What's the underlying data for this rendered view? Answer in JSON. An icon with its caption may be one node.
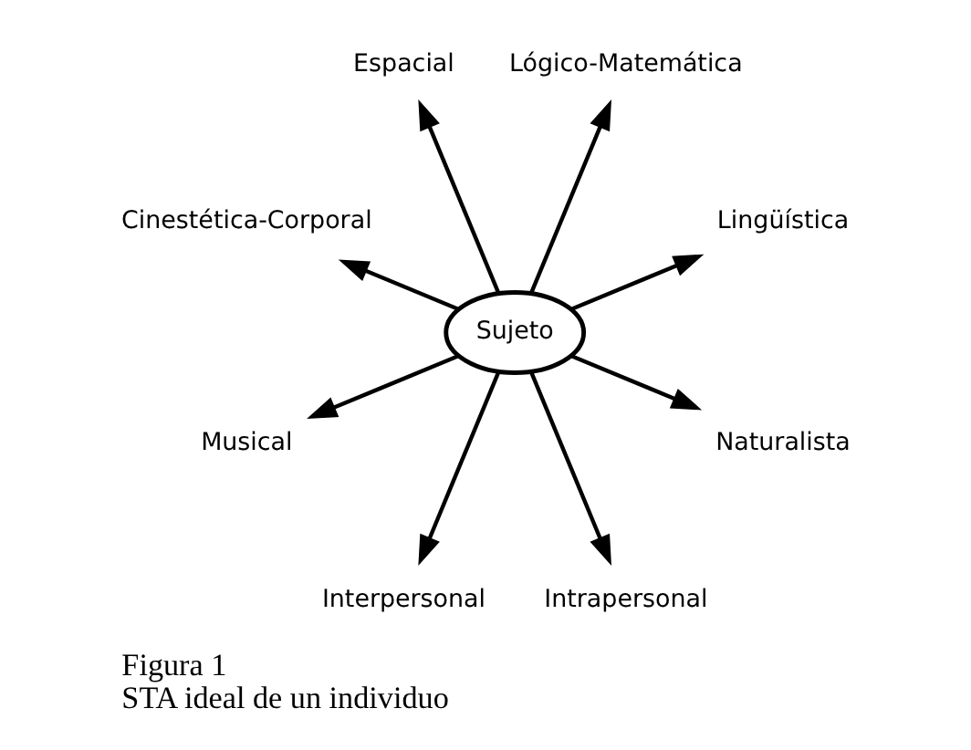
{
  "diagram": {
    "title": "Figura 1",
    "caption": "STA ideal de un individuo",
    "nodes": [
      {
        "text": [
          "Sujeto"
        ]
      },
      {
        "text": [
          "Lingüística"
        ]
      },
      {
        "text": [
          "Lógico-Matemática"
        ]
      },
      {
        "text": [
          "Espacial"
        ]
      },
      {
        "text": [
          "Cinestética-Corporal"
        ]
      },
      {
        "text": [
          "Musical"
        ]
      },
      {
        "text": [
          "Interpersonal"
        ]
      },
      {
        "text": [
          "Intrapersonal"
        ]
      },
      {
        "text": [
          "Naturalista"
        ]
      }
    ],
    "edges": [
      {
        "from": 0,
        "to": 1,
        "arrow": "to"
      },
      {
        "from": 0,
        "to": 2,
        "arrow": "to"
      },
      {
        "from": 0,
        "to": 3,
        "arrow": "to"
      },
      {
        "from": 0,
        "to": 4,
        "arrow": "to"
      },
      {
        "from": 0,
        "to": 5,
        "arrow": "to"
      },
      {
        "from": 0,
        "to": 6,
        "arrow": "to"
      },
      {
        "from": 0,
        "to": 7,
        "arrow": "to"
      },
      {
        "from": 0,
        "to": 8,
        "arrow": "to"
      }
    ]
  }
}
